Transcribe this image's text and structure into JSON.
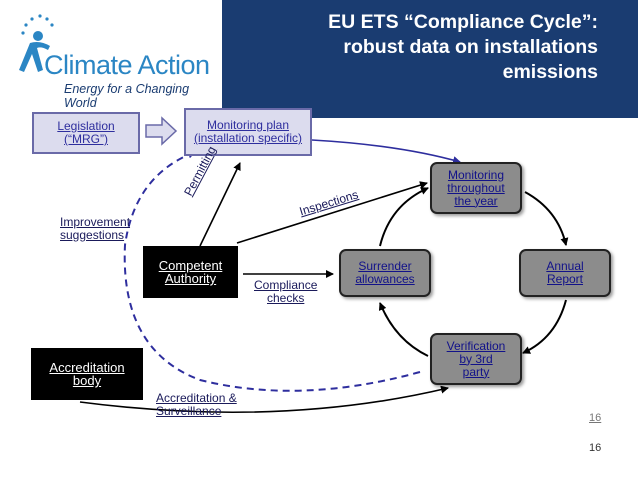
{
  "header": {
    "logo_text": "Climate Action",
    "logo_tagline": "Energy for a Changing World",
    "title_lines": [
      "EU ETS “Compliance Cycle”:",
      "robust data on installations",
      "emissions"
    ]
  },
  "boxes": {
    "legislation": [
      "Legislation",
      "(“MRG”)"
    ],
    "monitoring_plan": [
      "Monitoring plan",
      "(installation specific)"
    ],
    "monitoring_year": [
      "Monitoring",
      "throughout",
      "the year"
    ],
    "annual_report": [
      "Annual",
      "Report"
    ],
    "verification": [
      "Verification",
      "by 3rd",
      "party"
    ],
    "surrender": [
      "Surrender",
      "allowances"
    ],
    "competent_authority": [
      "Competent",
      "Authority"
    ],
    "accreditation_body": [
      "Accreditation",
      "body"
    ]
  },
  "labels": {
    "improvement": [
      "Improvement",
      "suggestions"
    ],
    "permitting": "Permitting",
    "inspections": "Inspections",
    "compliance": [
      "Compliance",
      "checks"
    ],
    "accreditation_surv": [
      "Accreditation &",
      "Surveillance"
    ]
  },
  "footer": {
    "page_link": "16",
    "page_number": "16"
  },
  "colors": {
    "header_bg": "#1a3c71",
    "logo_blue": "#2b86c4",
    "dashed_line": "#2e2e9e"
  }
}
